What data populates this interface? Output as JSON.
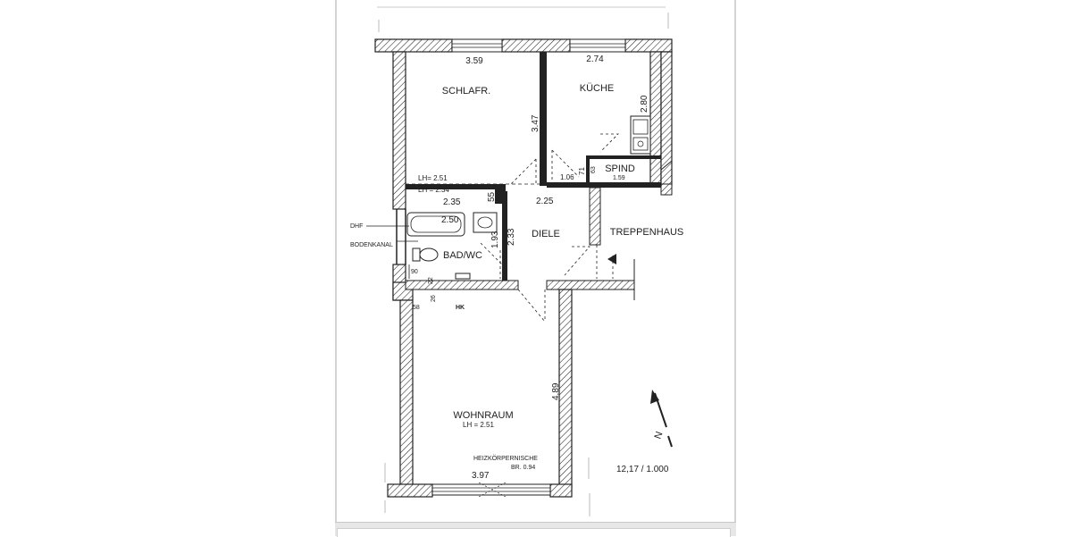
{
  "rooms": {
    "schlafzimmer": "SCHLAFR.",
    "kueche": "KÜCHE",
    "spind": "SPIND",
    "diele": "DIELE",
    "treppenhaus": "TREPPENHAUS",
    "bad_wc": "BAD/WC",
    "wohnraum": "WOHNRAUM"
  },
  "annotations": {
    "lh_schlaf_1": "LH= 2.51",
    "lh_schlaf_2": "LH = 2.34",
    "lh_wohn": "LH = 2.51",
    "heizkoerper": "HEIZKÖRPERNISCHE",
    "br": "BR. 0.94",
    "dhf": "DHF",
    "bodenkanal": "BODENKANAL",
    "hk": "HK",
    "scale": "12,17 / 1.000",
    "north": "N"
  },
  "dimensions": {
    "d_359": "3.59",
    "d_274": "2.74",
    "d_347": "3.47",
    "d_280": "2.80",
    "d_106": "1.06",
    "d_71": "71",
    "d_63": "63",
    "d_159": "1.59",
    "d_235": "2.35",
    "d_55": "55",
    "d_225": "2.25",
    "d_250": "2.50",
    "d_193": "1.93",
    "d_233": "2.33",
    "d_22": "22",
    "d_90": "90",
    "d_26": "26",
    "d_58": "58",
    "d_489": "4.89",
    "d_397": "3.97"
  }
}
